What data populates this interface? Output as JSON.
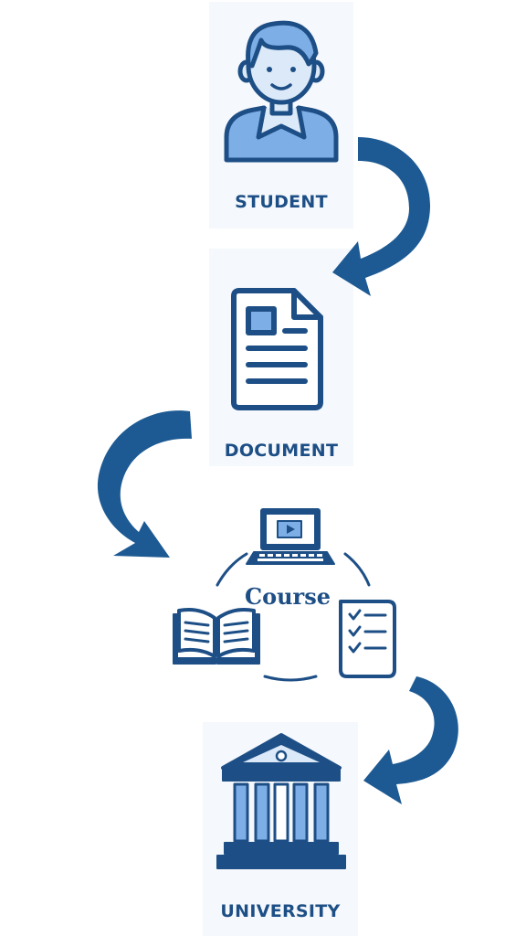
{
  "nodes": {
    "student": {
      "label": "STUDENT"
    },
    "document": {
      "label": "DOCUMENT"
    },
    "course": {
      "label": "Course"
    },
    "university": {
      "label": "UNIVERSITY"
    }
  },
  "colors": {
    "primary": "#1d5a93",
    "dark_stroke": "#1d4f86",
    "light_fill": "#7eaee6",
    "tile_bg": "#f5f8fc"
  },
  "icons": [
    "student-icon",
    "document-icon",
    "laptop-icon",
    "book-icon",
    "checklist-icon",
    "university-icon",
    "arrow-icon"
  ]
}
